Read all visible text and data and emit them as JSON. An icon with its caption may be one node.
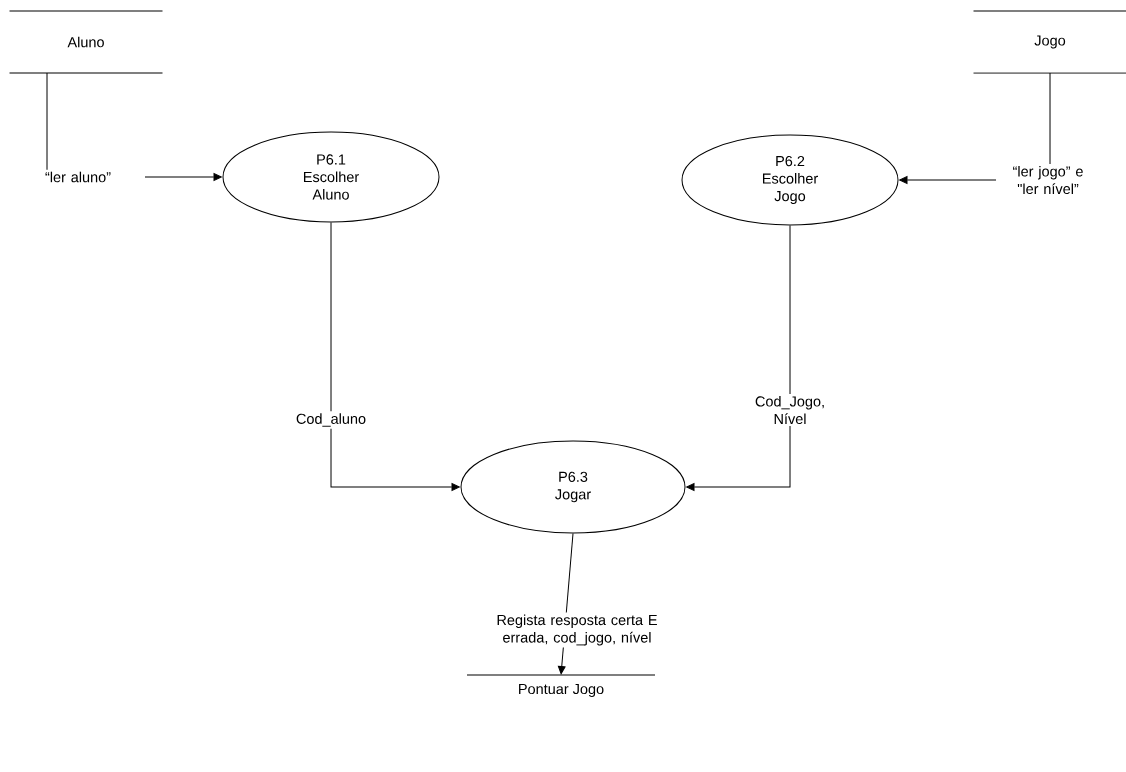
{
  "diagram": {
    "nodes": [
      {
        "text": [
          "Aluno"
        ]
      },
      {
        "text": [
          "Jogo"
        ]
      },
      {
        "text": [
          "P6.1",
          "Escolher Aluno"
        ]
      },
      {
        "text": [
          "P6.2",
          "Escolher Jogo"
        ]
      },
      {
        "text": [
          "P6.3",
          "Jogar"
        ]
      },
      {
        "text": [
          "Pontuar Jogo"
        ]
      }
    ],
    "edges": [
      {
        "from": 0,
        "to": 2,
        "arrow": "to",
        "label": "“ler aluno”"
      },
      {
        "from": 1,
        "to": 3,
        "arrow": "to",
        "label": "“ler jogo” e \"ler nível”"
      },
      {
        "from": 2,
        "to": 4,
        "arrow": "to",
        "label": "Cod_aluno"
      },
      {
        "from": 3,
        "to": 4,
        "arrow": "to",
        "label": "Cod_Jogo, Nível"
      },
      {
        "from": 4,
        "to": 5,
        "arrow": "to",
        "label": "Regista resposta certa E errada, cod_jogo, nível"
      }
    ]
  }
}
